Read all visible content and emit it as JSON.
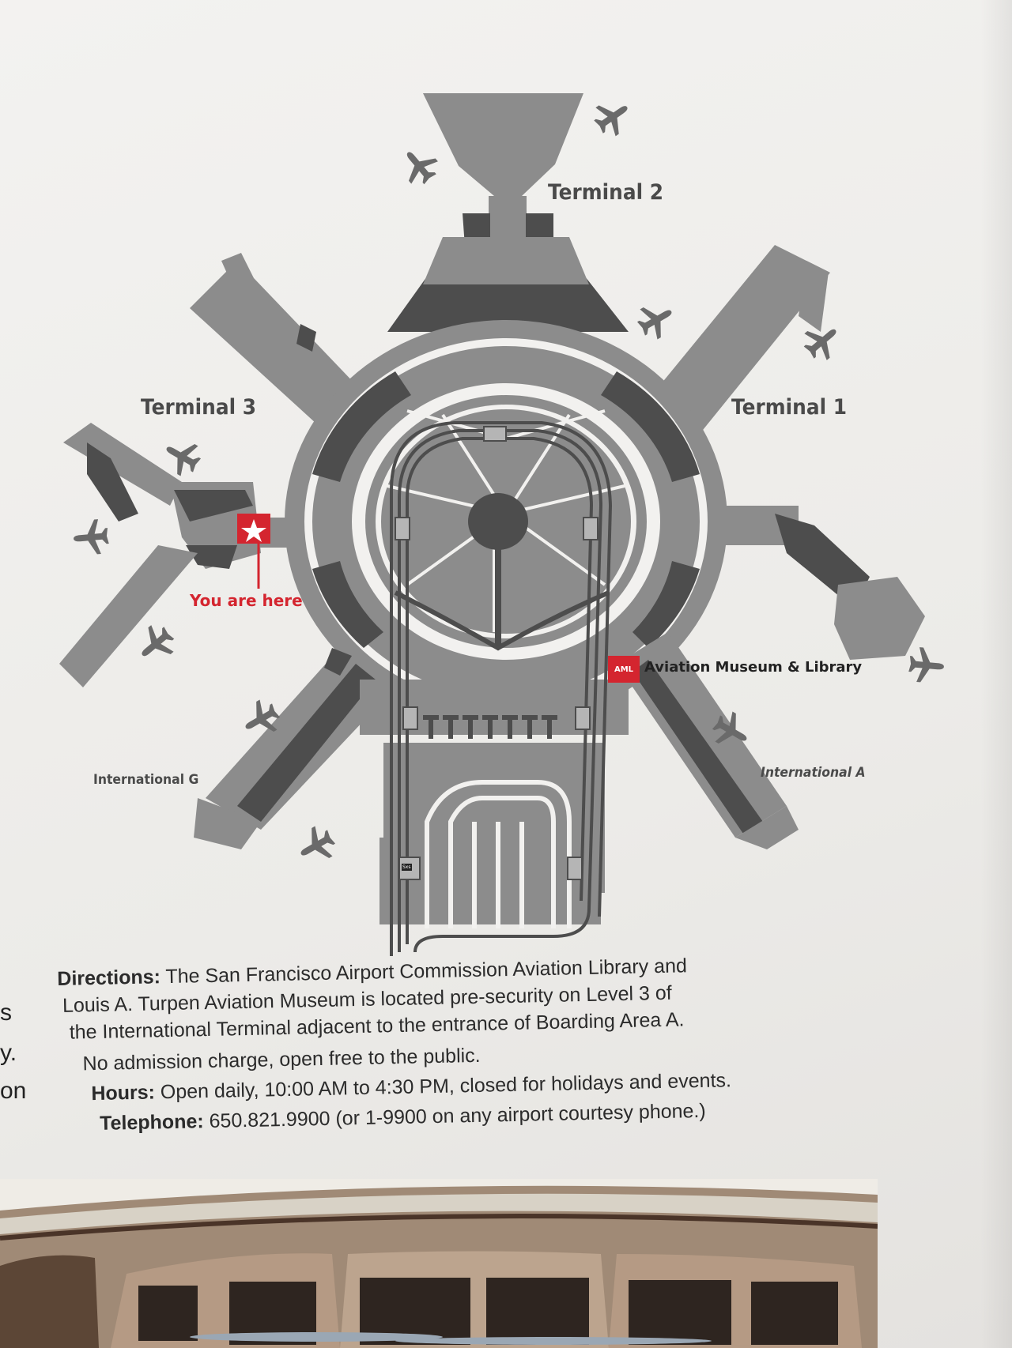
{
  "labels": {
    "terminal_2": "Terminal 2",
    "terminal_3": "Terminal 3",
    "terminal_1": "Terminal 1",
    "international_g": "International G",
    "international_a": "International A",
    "you_are_here": "You are here",
    "aml_badge": "AML",
    "aml_label": "Aviation Museum & Library",
    "shuttle_badge": "Sxs"
  },
  "directions": {
    "heading": "Directions:",
    "line1": " The San Francisco Airport Commission Aviation Library and",
    "line2": "Louis A. Turpen Aviation Museum is located pre-security on Level 3 of",
    "line3": "the International Terminal adjacent to the entrance of Boarding Area A.",
    "admission": "No admission charge, open free to the public.",
    "hours_label": "Hours:",
    "hours": " Open daily, 10:00 AM to 4:30 PM, closed for holidays and events.",
    "phone_label": "Telephone:",
    "phone": " 650.821.9900 (or 1-9900 on any airport courtesy phone.)"
  },
  "margin_fragments": [
    "s",
    "y.",
    "on"
  ],
  "colors": {
    "concourse": "#8c8c8c",
    "dark_block": "#4d4d4d",
    "accent_red": "#d4252f",
    "background": "#f2f1ef"
  }
}
